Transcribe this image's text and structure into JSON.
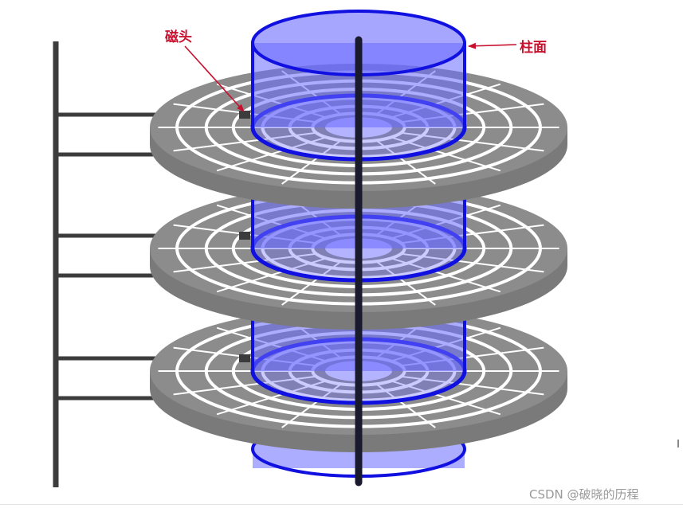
{
  "labels": {
    "head": "磁头",
    "cylinder": "柱面"
  },
  "watermark": "CSDN @破晓的历程",
  "colors": {
    "platter": "#8c8c8c",
    "track_gap": "#ffffff",
    "cylinder_fill": "#6a6aff",
    "cylinder_edge": "#1010e0",
    "spindle": "#1a1a2e",
    "actuator": "#3c3c3c",
    "label": "#c8102e"
  },
  "diagram": {
    "platter_count": 3,
    "sector_count": 16,
    "icons": [
      "hard-disk-platter",
      "read-write-head",
      "spindle",
      "cylinder"
    ]
  }
}
